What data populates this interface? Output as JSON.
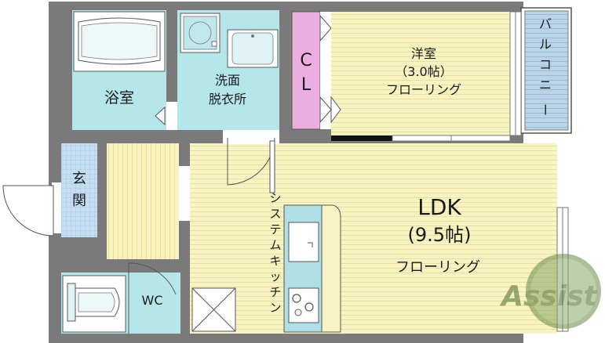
{
  "rooms": {
    "bath": {
      "name": "浴室"
    },
    "washroom": {
      "line1": "洗面",
      "line2": "脱衣所"
    },
    "closet": {
      "line1": "C",
      "line2": "L"
    },
    "western": {
      "name": "洋室",
      "size": "（3.0帖）",
      "floor": "フローリング"
    },
    "balcony": {
      "chars": [
        "バ",
        "ル",
        "コ",
        "ニ",
        "ー"
      ]
    },
    "entrance": {
      "chars": [
        "玄",
        "関"
      ]
    },
    "ldk": {
      "name": "LDK",
      "size": "(9.5帖)",
      "floor": "フローリング"
    },
    "kitchen": {
      "chars": [
        "シ",
        "ス",
        "テ",
        "ム",
        "キ",
        "ッ",
        "チ",
        "ン"
      ]
    },
    "wc": {
      "name": "WC"
    }
  },
  "watermark": {
    "text": "Assist"
  },
  "colors": {
    "wall": "#7a7a7a",
    "floor_yellow": "#f8f3c2",
    "floor_blue": "#b5e6ea",
    "closet_pink": "#ecaee0",
    "balcony_blue": "#b8d4e6",
    "tile_blue": "#c5dff1",
    "kitchen_blue": "#aee0e6"
  }
}
